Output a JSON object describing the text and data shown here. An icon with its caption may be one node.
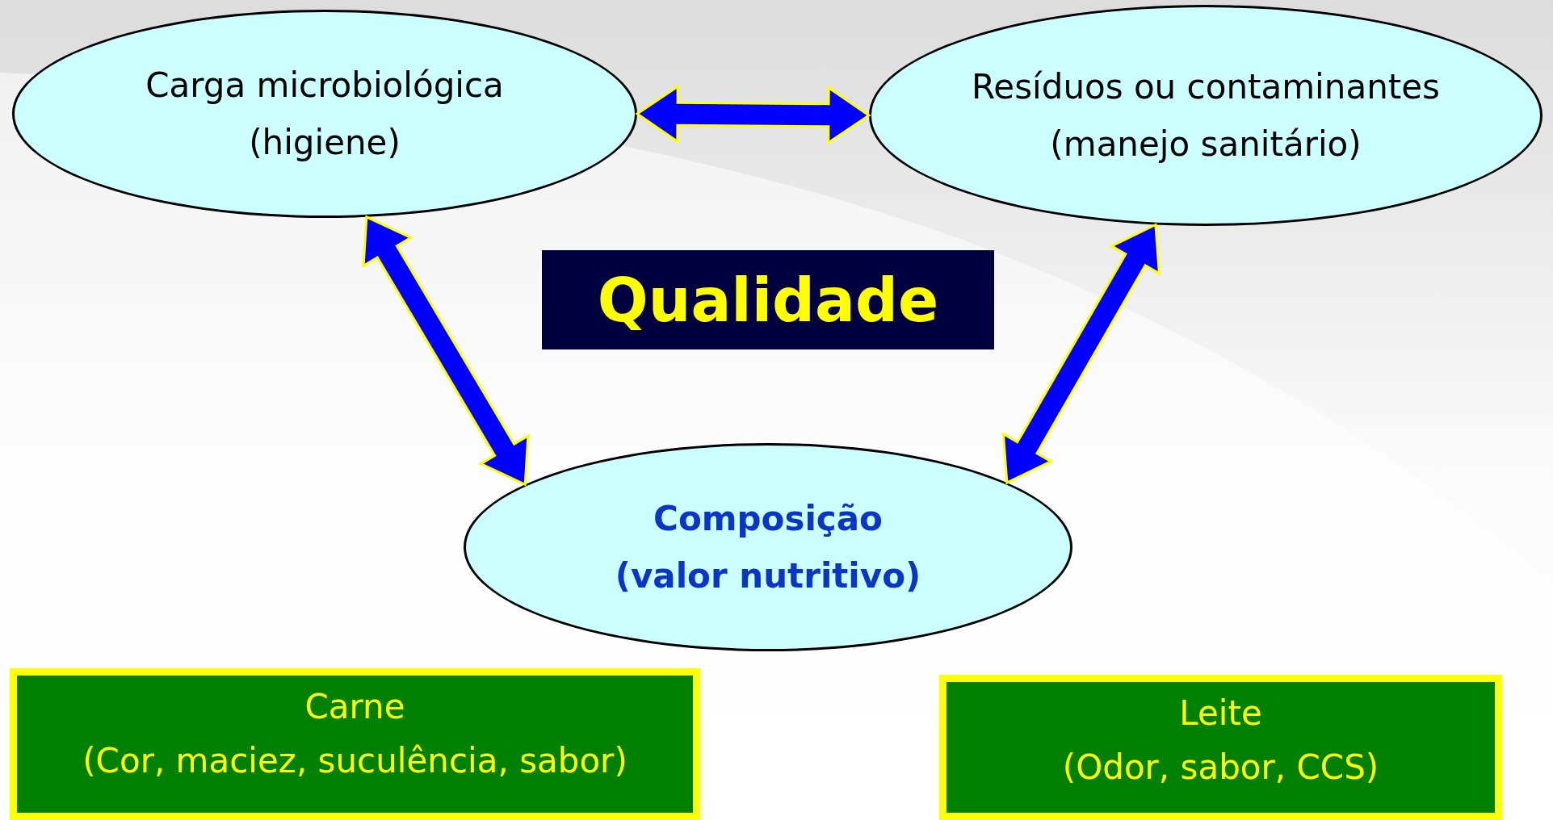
{
  "diagram": {
    "nodes": [
      {
        "text": [
          "Carga microbiológica",
          "(higiene)"
        ]
      },
      {
        "text": [
          "Resíduos ou contaminantes",
          "(manejo sanitário)"
        ]
      },
      {
        "text": [
          "Qualidade"
        ]
      },
      {
        "text": [
          "Composição",
          "(valor nutritivo)"
        ]
      },
      {
        "text": [
          "Carne",
          "(Cor, maciez, suculência, sabor)"
        ]
      },
      {
        "text": [
          "Leite",
          "(Odor, sabor, CCS)"
        ]
      }
    ],
    "edges": [
      {
        "from": 0,
        "to": 1,
        "arrow": "both"
      },
      {
        "from": 0,
        "to": 3,
        "arrow": "both"
      },
      {
        "from": 1,
        "to": 3,
        "arrow": "both"
      }
    ]
  }
}
